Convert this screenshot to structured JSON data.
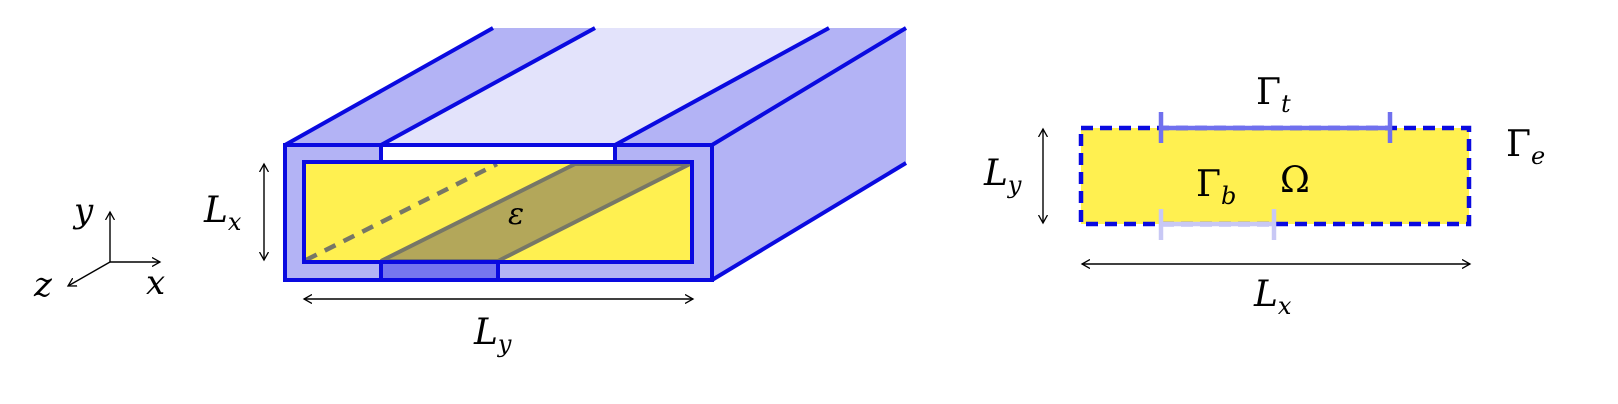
{
  "colors": {
    "blue_stroke": "#0a0ae0",
    "blue_fill": "#b3b3f5",
    "light_blue_fill": "#e3e3fb",
    "deep_blue_fill": "#7676ef",
    "yellow": "#fff050",
    "olive": "#b3a75a",
    "olive_line": "#777766",
    "gamma_t_color": "#7070ee",
    "gamma_b_color": "#c8c8f5"
  },
  "axes_triad": {
    "y_label": "y",
    "x_label": "x",
    "z_label": "z"
  },
  "waveguide_3d": {
    "Lx_label": "L",
    "Lx_sub": "x",
    "Ly_label": "L",
    "Ly_sub": "y",
    "epsilon_label": "ε"
  },
  "cross_section": {
    "gamma_t_label": "Γ",
    "gamma_t_sub": "t",
    "gamma_b_label": "Γ",
    "gamma_b_sub": "b",
    "omega_label": "Ω",
    "gamma_e_label": "Γ",
    "gamma_e_sub": "e",
    "Ly_label": "L",
    "Ly_sub": "y",
    "Lx_label": "L",
    "Lx_sub": "x"
  }
}
